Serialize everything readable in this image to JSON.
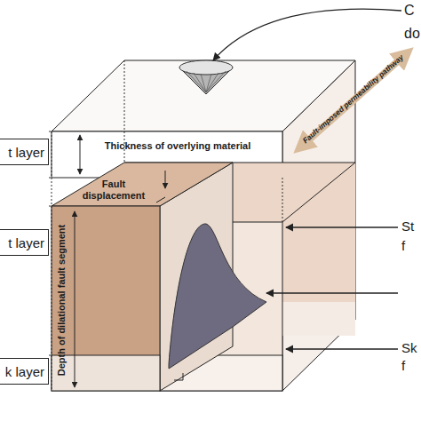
{
  "diagram": {
    "nodes": [
      {
        "text": [
          "t layer"
        ]
      },
      {
        "text": [
          "t layer"
        ]
      },
      {
        "text": [
          "k layer"
        ]
      }
    ],
    "labels": [
      "C",
      "do",
      "Thickness of overlying material",
      "Fault-imposed permeability pathway",
      "Fault displacement",
      "Depth of dilational fault segment",
      "St",
      "f",
      "Sk",
      "f"
    ]
  }
}
